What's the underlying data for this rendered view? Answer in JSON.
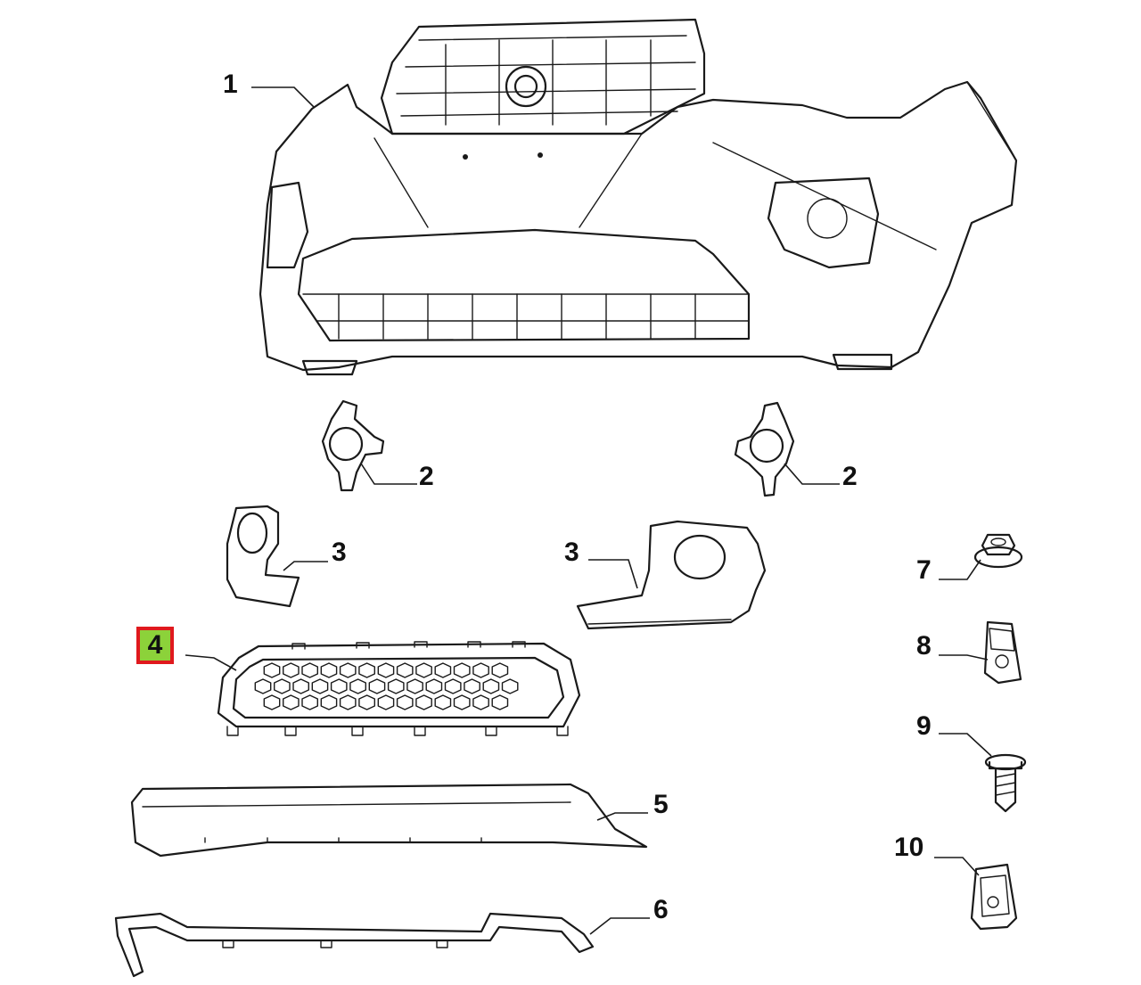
{
  "callouts": [
    {
      "id": "1",
      "label": "1"
    },
    {
      "id": "2a",
      "label": "2"
    },
    {
      "id": "2b",
      "label": "2"
    },
    {
      "id": "3a",
      "label": "3"
    },
    {
      "id": "3b",
      "label": "3"
    },
    {
      "id": "4",
      "label": "4",
      "highlighted": true
    },
    {
      "id": "5",
      "label": "5"
    },
    {
      "id": "6",
      "label": "6"
    },
    {
      "id": "7",
      "label": "7"
    },
    {
      "id": "8",
      "label": "8"
    },
    {
      "id": "9",
      "label": "9"
    },
    {
      "id": "10",
      "label": "10"
    }
  ],
  "colors": {
    "line": "#1a1a1a",
    "highlight_fill": "#8cd23a",
    "highlight_border": "#e0191e"
  },
  "parts": [
    {
      "callout": "1",
      "name": "front-bumper"
    },
    {
      "callout": "2",
      "name": "fog-lamp-bracket"
    },
    {
      "callout": "3",
      "name": "fog-lamp-bezel"
    },
    {
      "callout": "4",
      "name": "lower-honeycomb-grille"
    },
    {
      "callout": "5",
      "name": "lower-spoiler-trim"
    },
    {
      "callout": "6",
      "name": "lower-reinforcement-strip"
    },
    {
      "callout": "7",
      "name": "flange-nut"
    },
    {
      "callout": "8",
      "name": "clip-nut"
    },
    {
      "callout": "9",
      "name": "flange-screw"
    },
    {
      "callout": "10",
      "name": "spring-clip"
    }
  ]
}
